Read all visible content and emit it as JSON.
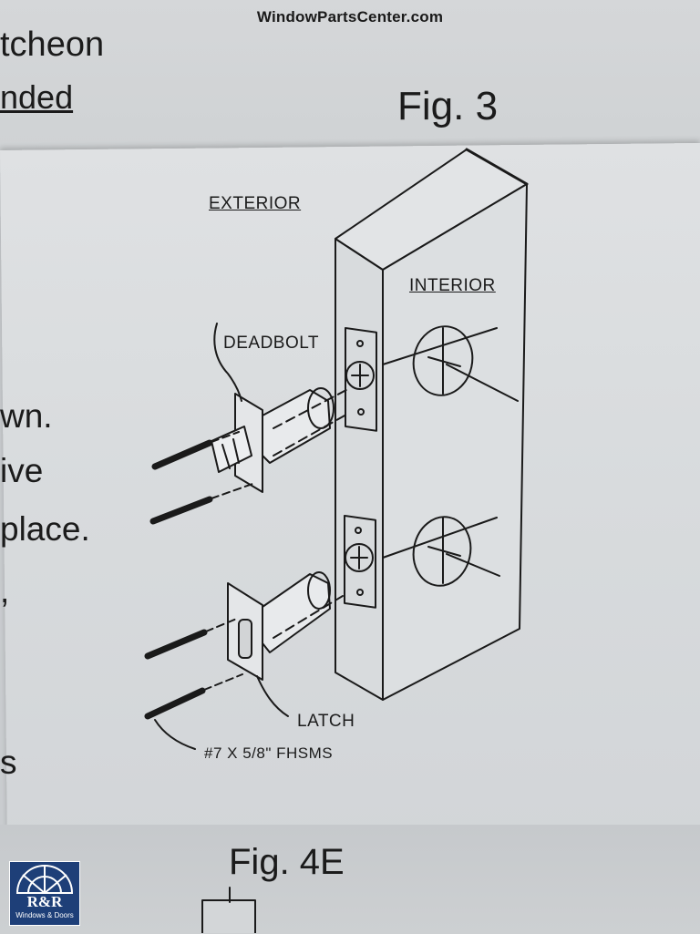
{
  "watermark": "WindowPartsCenter.com",
  "page_fragments": {
    "escutcheon": "tcheon",
    "nded": "nded",
    "wn": "wn.",
    "ive": "ive",
    "place": "place.",
    "comma": ",",
    "s": "s"
  },
  "figure": {
    "title": "Fig. 3",
    "labels": {
      "exterior": "EXTERIOR",
      "interior": "INTERIOR",
      "deadbolt": "DEADBOLT",
      "latch": "LATCH",
      "screws": "#7 X 5/8\" FHSMS"
    }
  },
  "next_figure": {
    "title": "Fig. 4E"
  },
  "logo": {
    "text": "R&R",
    "subtitle": "Windows & Doors",
    "color": "#1e3f78"
  }
}
